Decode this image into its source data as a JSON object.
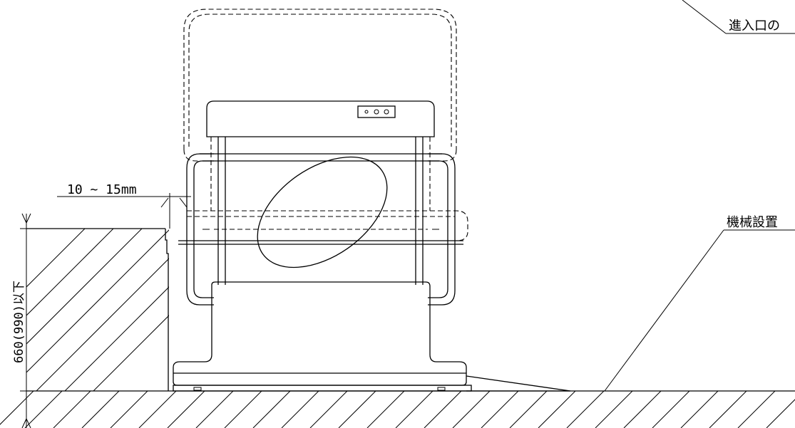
{
  "labels": {
    "entrance": "進入口の",
    "machine_install": "機械設置",
    "gap": "10 ~ 15mm",
    "height": "660(990)以下"
  },
  "colors": {
    "line": "#000000",
    "background": "#ffffff"
  }
}
